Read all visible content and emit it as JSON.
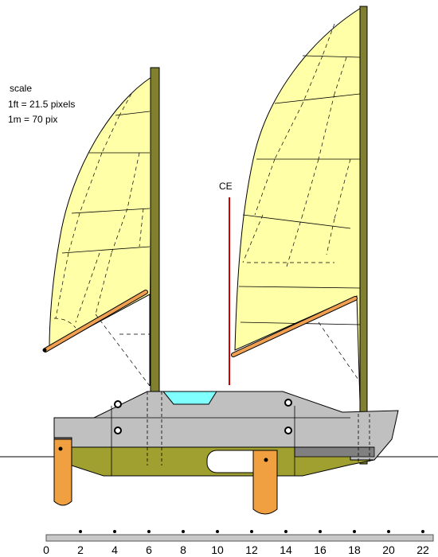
{
  "scale_note": {
    "heading": "scale",
    "imperial": "1ft = 21.5 pixels",
    "metric": "1m = 70 pix"
  },
  "ce_label": "CE",
  "ruler": {
    "tick_labels": [
      "0",
      "2",
      "4",
      "6",
      "8",
      "10",
      "12",
      "14",
      "16",
      "18",
      "20",
      "22"
    ]
  },
  "colors": {
    "sail": "#ffffa8",
    "mast": "#808030",
    "boom": "#f0a050",
    "hull_upper": "#c0c0c0",
    "hull_lower": "#a0a030",
    "rudder": "#f0a040",
    "hatch": "#80ffff",
    "ce_line": "#d00000",
    "ruler": "#c8c8c8"
  }
}
